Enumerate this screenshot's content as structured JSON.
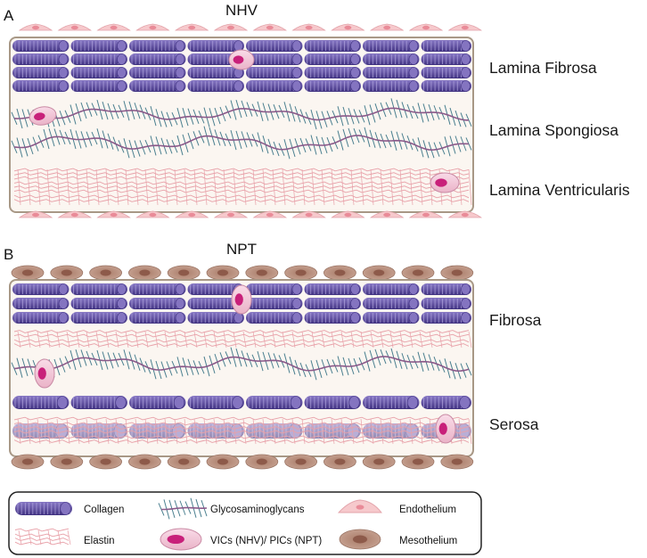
{
  "panels": [
    {
      "letter": "A",
      "title": "NHV",
      "layers": [
        "Lamina Fibrosa",
        "Lamina Spongiosa",
        "Lamina Ventricularis"
      ]
    },
    {
      "letter": "B",
      "title": "NPT",
      "layers": [
        "Fibrosa",
        "Serosa"
      ]
    }
  ],
  "legend": {
    "collagen": "Collagen",
    "glycosaminoglycans": "Glycosaminoglycans",
    "endothelium": "Endothelium",
    "elastin": "Elastin",
    "cells": "VICs (NHV)/ PICs (NPT)",
    "mesothelium": "Mesothelium"
  },
  "colors": {
    "collagen": "#6a5aa8",
    "collagen_dark": "#4a3a8a",
    "collagen_light": "#9c8fd0",
    "gag": "#4a7f8f",
    "gag_spine": "#8a5a8a",
    "elastin": "#e8a0a8",
    "cell_fill": "#f4c6d8",
    "cell_nucleus": "#c8207a",
    "endothelium": "#f6c9cc",
    "mesothelium": "#b48a78",
    "matrix_bg": "#fbf6f1",
    "frame": "#a89886"
  }
}
